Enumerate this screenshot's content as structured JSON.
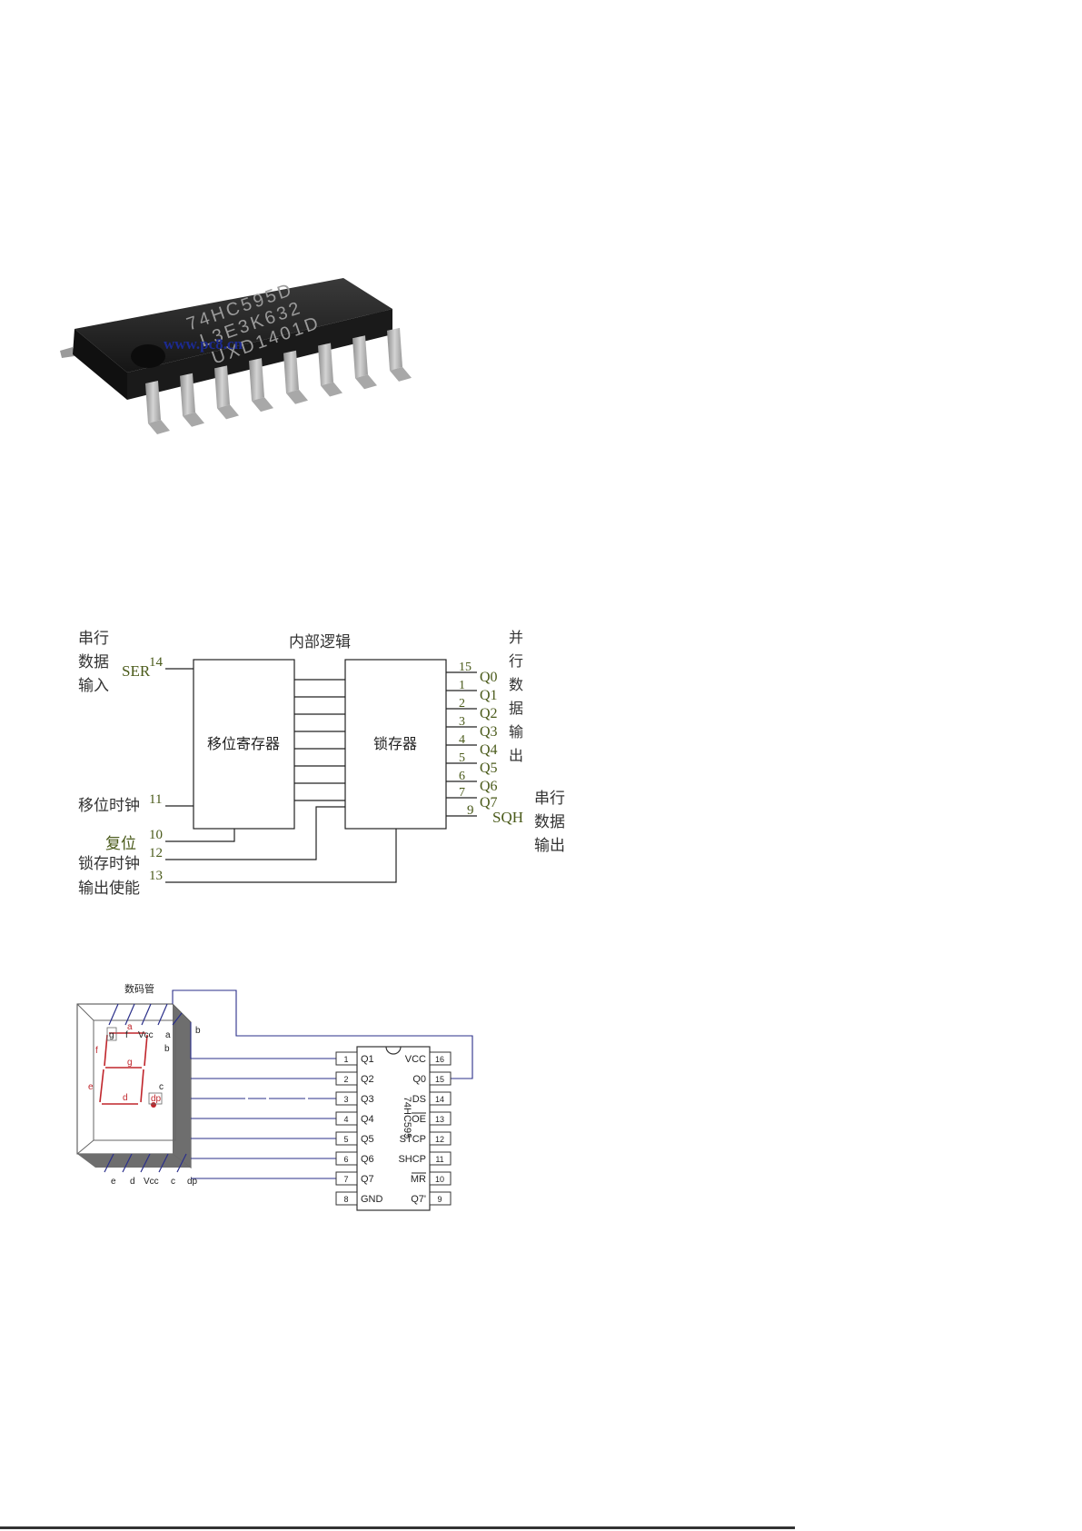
{
  "chip_photo": {
    "marking_line1": "74HC595D",
    "marking_line2": "L3E3K632",
    "marking_line3": "UXD1401D",
    "watermark": "www.pc8.cn",
    "body_color": "#1f1f1f",
    "pin_color": "#b9b9b9"
  },
  "logic_diagram": {
    "title": "内部逻辑",
    "shift_register_label": "移位寄存器",
    "latch_label": "锁存器",
    "serial_input_label": [
      "串行",
      "数据",
      "输入"
    ],
    "ser_label": "SER",
    "ser_pin": "14",
    "shift_clock_label": "移位时钟",
    "shift_clock_pin": "11",
    "reset_label": "复位",
    "reset_pin": "10",
    "latch_clock_label": "锁存时钟",
    "latch_clock_pin": "12",
    "output_enable_label": "输出使能",
    "output_enable_pin": "13",
    "outputs": [
      {
        "pin": "15",
        "name": "Q0"
      },
      {
        "pin": "1",
        "name": "Q1"
      },
      {
        "pin": "2",
        "name": "Q2"
      },
      {
        "pin": "3",
        "name": "Q3"
      },
      {
        "pin": "4",
        "name": "Q4"
      },
      {
        "pin": "5",
        "name": "Q5"
      },
      {
        "pin": "6",
        "name": "Q6"
      },
      {
        "pin": "7",
        "name": "Q7"
      }
    ],
    "parallel_output_label": [
      "并",
      "行",
      "数",
      "据",
      "输",
      "出"
    ],
    "sqh_pin": "9",
    "sqh_label": "SQH",
    "serial_output_label": [
      "串行",
      "数据",
      "输出"
    ],
    "label_color": "#4a5a1a"
  },
  "wiring_diagram": {
    "display_title": "数码管",
    "top_pins": [
      "g",
      "f",
      "Vcc",
      "a",
      "b"
    ],
    "side_pin": "b",
    "bottom_pins": [
      "e",
      "d",
      "Vcc",
      "c",
      "dp"
    ],
    "segment_labels": {
      "a": "a",
      "b": "b",
      "c": "c",
      "d": "d",
      "e": "e",
      "f": "f",
      "g": "g",
      "dp": "dp"
    },
    "ic_name": "74HC595",
    "left_pins": [
      {
        "num": "1",
        "name": "Q1"
      },
      {
        "num": "2",
        "name": "Q2"
      },
      {
        "num": "3",
        "name": "Q3"
      },
      {
        "num": "4",
        "name": "Q4"
      },
      {
        "num": "5",
        "name": "Q5"
      },
      {
        "num": "6",
        "name": "Q6"
      },
      {
        "num": "7",
        "name": "Q7"
      },
      {
        "num": "8",
        "name": "GND"
      }
    ],
    "right_pins": [
      {
        "num": "16",
        "name": "VCC"
      },
      {
        "num": "15",
        "name": "Q0"
      },
      {
        "num": "14",
        "name": "DS"
      },
      {
        "num": "13",
        "name": "OE"
      },
      {
        "num": "12",
        "name": "STCP"
      },
      {
        "num": "11",
        "name": "SHCP"
      },
      {
        "num": "10",
        "name": "MR"
      },
      {
        "num": "9",
        "name": "Q7'"
      }
    ],
    "wire_color": "#2a2f8a",
    "segment_color": "#c0262c"
  }
}
